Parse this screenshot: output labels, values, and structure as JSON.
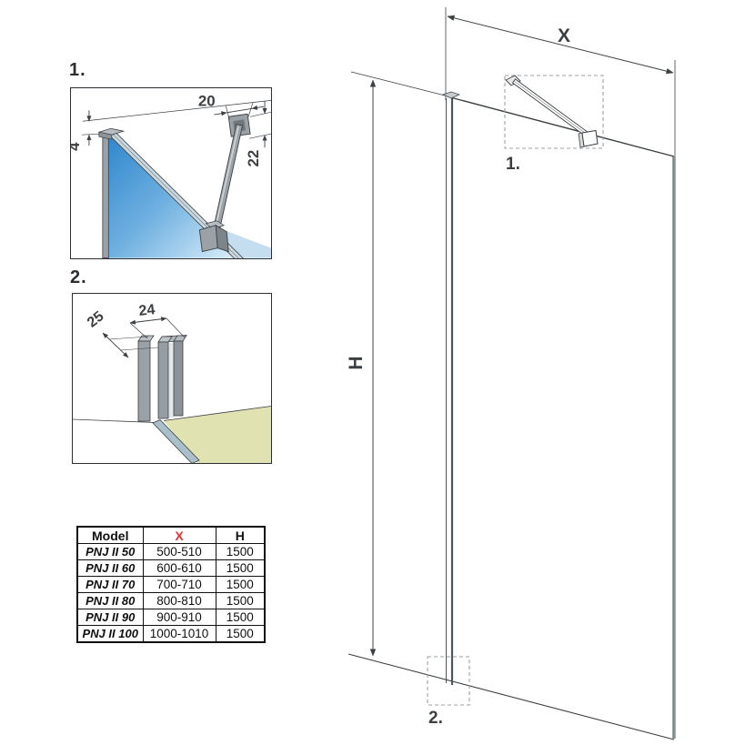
{
  "colors": {
    "accent_red": "#e03232",
    "line": "#3c4043",
    "glass_blue_dark": "#2f86cc",
    "glass_blue_light": "#d9edf9",
    "metal_gray": "#9aa1a7",
    "floor_khaki": "#e1e2b2",
    "glass_edge_gray": "#a9bfc9"
  },
  "detail1": {
    "label": "1.",
    "dim_top": "20",
    "dim_left": "4",
    "dim_right": "22"
  },
  "detail2": {
    "label": "2.",
    "dim_width": "24",
    "dim_depth": "25"
  },
  "main_drawing": {
    "width_label": "X",
    "height_label": "H",
    "callout_1": "1.",
    "callout_2": "2."
  },
  "table": {
    "headers": {
      "model": "Model",
      "x": "X",
      "h": "H"
    },
    "rows": [
      [
        "PNJ II 50",
        "500-510",
        "1500"
      ],
      [
        "PNJ II 60",
        "600-610",
        "1500"
      ],
      [
        "PNJ II 70",
        "700-710",
        "1500"
      ],
      [
        "PNJ II 80",
        "800-810",
        "1500"
      ],
      [
        "PNJ II 90",
        "900-910",
        "1500"
      ],
      [
        "PNJ II 100",
        "1000-1010",
        "1500"
      ]
    ]
  }
}
